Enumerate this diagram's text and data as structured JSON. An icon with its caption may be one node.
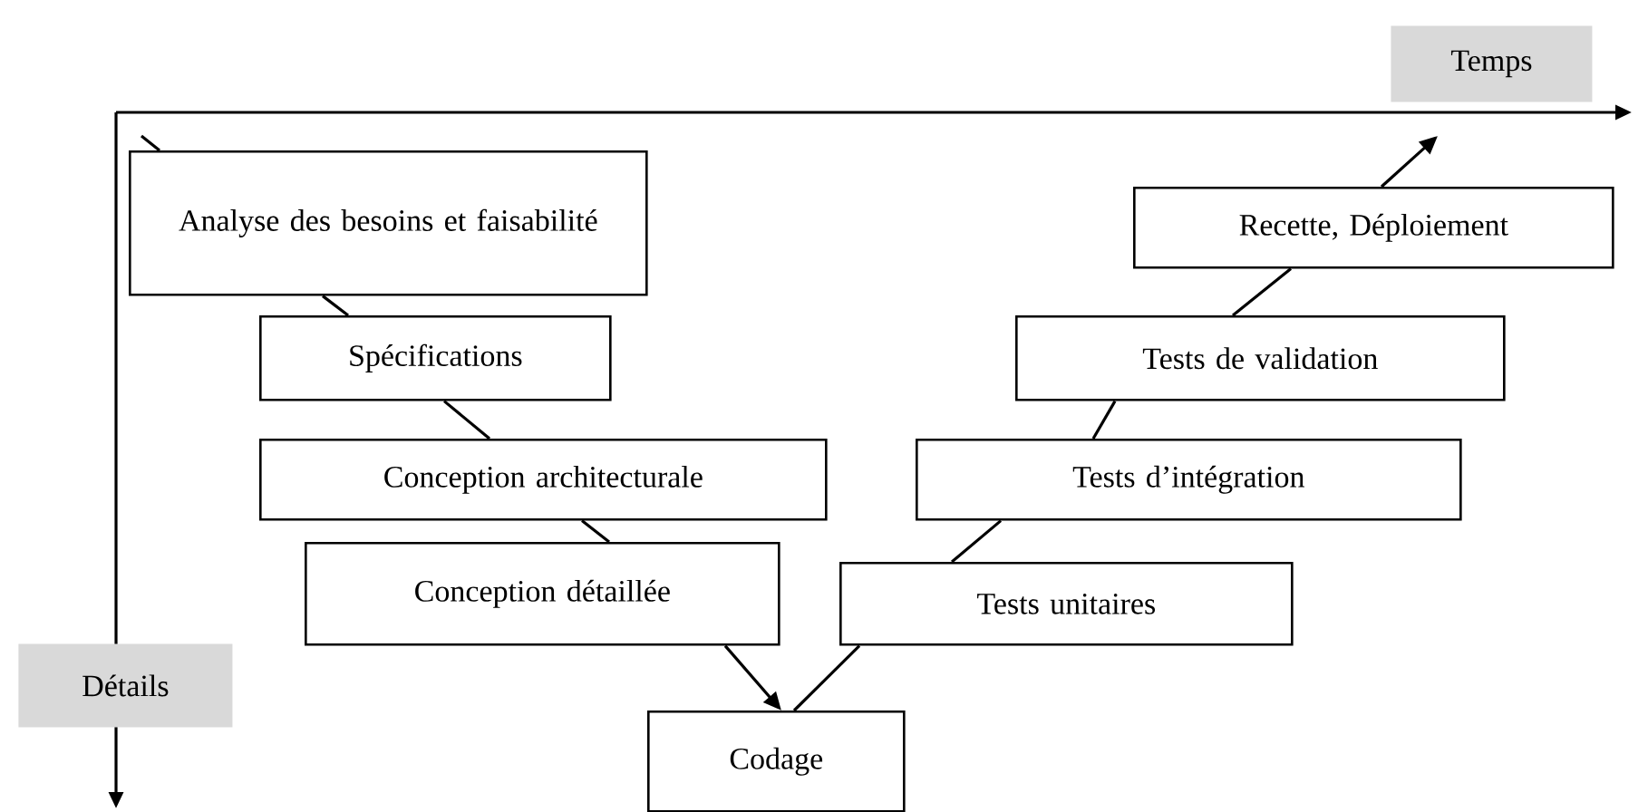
{
  "diagram": {
    "nodes": [
      {
        "text": [
          "Analyse des besoins et faisabilité"
        ]
      },
      {
        "text": [
          "Spécifications"
        ]
      },
      {
        "text": [
          "Conception architecturale"
        ]
      },
      {
        "text": [
          "Conception détaillée"
        ]
      },
      {
        "text": [
          "Codage"
        ]
      },
      {
        "text": [
          "Tests unitaires"
        ]
      },
      {
        "text": [
          "Tests d’intégration"
        ]
      },
      {
        "text": [
          "Tests de validation"
        ]
      },
      {
        "text": [
          "Recette, Déploiement"
        ]
      },
      {
        "text": [
          "Temps"
        ]
      },
      {
        "text": [
          "Détails"
        ]
      }
    ],
    "edges": [
      {
        "from": null,
        "to": 0,
        "arrow": "none"
      },
      {
        "from": 0,
        "to": 1,
        "arrow": "none"
      },
      {
        "from": 1,
        "to": 2,
        "arrow": "none"
      },
      {
        "from": 2,
        "to": 3,
        "arrow": "none"
      },
      {
        "from": 3,
        "to": 4,
        "arrow": "to"
      },
      {
        "from": 4,
        "to": 5,
        "arrow": "none"
      },
      {
        "from": 5,
        "to": 6,
        "arrow": "none"
      },
      {
        "from": 6,
        "to": 7,
        "arrow": "none"
      },
      {
        "from": 7,
        "to": 8,
        "arrow": "none"
      },
      {
        "from": 8,
        "to": null,
        "arrow": "to"
      }
    ]
  }
}
